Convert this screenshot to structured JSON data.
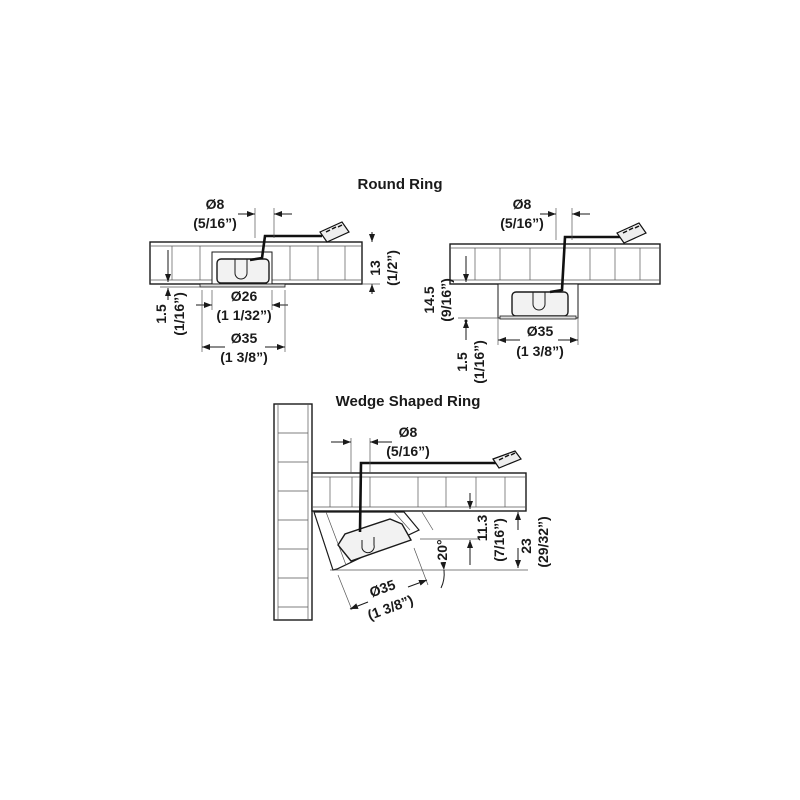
{
  "round_ring": {
    "title": "Round Ring",
    "left": {
      "cable_dia": "Ø8",
      "cable_dia_in": "(5/16”)",
      "depth": "13",
      "depth_in": "(1/2”)",
      "flange": "1.5",
      "flange_in": "(1/16”)",
      "inner_dia": "Ø26",
      "inner_dia_in": "(1 1/32”)",
      "outer_dia": "Ø35",
      "outer_dia_in": "(1 3/8”)"
    },
    "right": {
      "cable_dia": "Ø8",
      "cable_dia_in": "(5/16”)",
      "depth": "14.5",
      "depth_in": "(9/16”)",
      "flange": "1.5",
      "flange_in": "(1/16”)",
      "outer_dia": "Ø35",
      "outer_dia_in": "(1 3/8”)"
    }
  },
  "wedge_ring": {
    "title": "Wedge Shaped Ring",
    "cable_dia": "Ø8",
    "cable_dia_in": "(5/16”)",
    "angle": "20°",
    "depth": "11.3",
    "depth_in": "(7/16”)",
    "total": "23",
    "total_in": "(29/32”)",
    "outer_dia": "Ø35",
    "outer_dia_in": "(1 3/8”)"
  }
}
